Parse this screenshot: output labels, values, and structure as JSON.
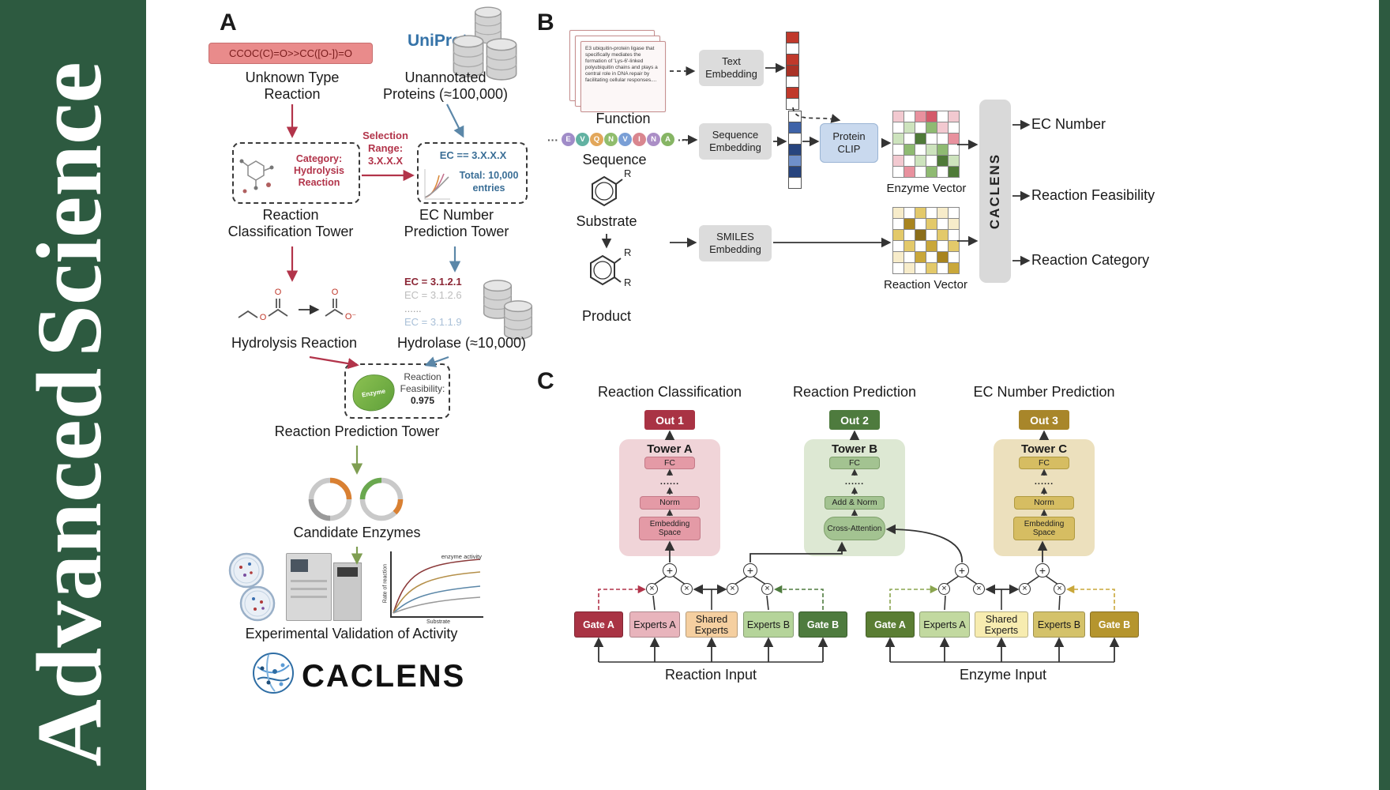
{
  "sidebar": {
    "words": [
      "Advanced",
      "Science"
    ],
    "bg_color": "#2d5a40"
  },
  "icons": {
    "sum_symbol": "+",
    "multiply_symbol": "×"
  },
  "panelA": {
    "label": "A",
    "smiles": "CCOC(C)=O>>CC([O-])=O",
    "uniprot": "UniProt",
    "unknown_line1": "Unknown Type",
    "unknown_line2": "Reaction",
    "unannotated_line1": "Unannotated",
    "unannotated_line2": "Proteins (≈100,000)",
    "category_line1": "Category:",
    "category_line2": "Hydrolysis",
    "category_line3": "Reaction",
    "selection_line1": "Selection",
    "selection_line2": "Range:",
    "selection_line3": "3.X.X.X",
    "ec_line1": "EC == 3.X.X.X",
    "ec_line2": "Total: 10,000",
    "ec_line3": "entries",
    "tower1_line1": "Reaction",
    "tower1_line2": "Classification Tower",
    "tower2_line1": "EC Number",
    "tower2_line2": "Prediction Tower",
    "hydrolysis_label": "Hydrolysis Reaction",
    "atom_o": "O",
    "atom_o_minus": "O⁻",
    "ec_items": [
      "EC = 3.1.2.1",
      "EC = 3.1.2.6",
      "......",
      "EC = 3.1.1.9"
    ],
    "hydrolase_label": "Hydrolase (≈10,000)",
    "enzyme_chip": "Enzyme",
    "feas_line1": "Reaction",
    "feas_line2": "Feasibility:",
    "feas_value": "0.975",
    "tower3_label": "Reaction Prediction Tower",
    "candidates_label": "Candidate Enzymes",
    "activity_chart": {
      "title": "enzyme activity",
      "xlabel": "Substrate",
      "ylabel": "Rate of reaction"
    },
    "validation_label": "Experimental Validation of Activity",
    "brand": "CACLENS"
  },
  "panelB": {
    "label": "B",
    "function_card": "E3 ubiquitin-protein ligase that specifically mediates the formation of 'Lys-6'-linked polyubiquitin chains and plays a central role in DNA repair by facilitating cellular responses....",
    "function_label": "Function",
    "text_embedding": "Text Embedding",
    "ellipsis": "···",
    "tokens": [
      {
        "t": "E",
        "c": "#a08cc8"
      },
      {
        "t": "V",
        "c": "#62b2a2"
      },
      {
        "t": "Q",
        "c": "#e2a75b"
      },
      {
        "t": "N",
        "c": "#90bd6d"
      },
      {
        "t": "V",
        "c": "#7a9fd6"
      },
      {
        "t": "I",
        "c": "#d9868f"
      },
      {
        "t": "N",
        "c": "#ab8ec6"
      },
      {
        "t": "A",
        "c": "#86b564"
      }
    ],
    "sequence_label": "Sequence",
    "sequence_embedding": "Sequence Embedding",
    "protein_clip": "Protein CLIP",
    "enzyme_vector_label": "Enzyme Vector",
    "substrate_label": "Substrate",
    "r_group": "R",
    "product_label": "Product",
    "smiles_embedding": "SMILES Embedding",
    "reaction_vector_label": "Reaction Vector",
    "caclens": "CACLENS",
    "out_ec": "EC Number",
    "out_feasibility": "Reaction Feasibility",
    "out_category": "Reaction Category",
    "text_vector_cells": [
      "#c0392b",
      "#ffffff",
      "#c0392b",
      "#a93226",
      "#ffffff",
      "#c0392b",
      "#ffffff"
    ],
    "sequence_vector_cells": [
      "#ffffff",
      "#3f63a8",
      "#ffffff",
      "#27447e",
      "#6f8fc9",
      "#27447e",
      "#ffffff"
    ],
    "enzyme_matrix_cells": [
      "#f2c9d0",
      "#ffffff",
      "#e8919e",
      "#d45a6a",
      "#ffffff",
      "#f2c9d0",
      "#ffffff",
      "#cde3bd",
      "#ffffff",
      "#8fba72",
      "#f2c9d0",
      "#ffffff",
      "#cde3bd",
      "#ffffff",
      "#4f7a38",
      "#ffffff",
      "#ffffff",
      "#e8919e",
      "#ffffff",
      "#8fba72",
      "#ffffff",
      "#cde3bd",
      "#8fba72",
      "#ffffff",
      "#f2c9d0",
      "#ffffff",
      "#cde3bd",
      "#ffffff",
      "#4f7a38",
      "#cde3bd",
      "#ffffff",
      "#e8919e",
      "#ffffff",
      "#8fba72",
      "#ffffff",
      "#4f7a38"
    ],
    "reaction_matrix_cells": [
      "#f7ecca",
      "#ffffff",
      "#e3c96a",
      "#ffffff",
      "#f7ecca",
      "#ffffff",
      "#ffffff",
      "#a8841f",
      "#ffffff",
      "#e3c96a",
      "#ffffff",
      "#f7ecca",
      "#e3c96a",
      "#ffffff",
      "#8a6d1a",
      "#ffffff",
      "#e3c96a",
      "#ffffff",
      "#ffffff",
      "#e3c96a",
      "#ffffff",
      "#c9a73a",
      "#ffffff",
      "#e3c96a",
      "#f7ecca",
      "#ffffff",
      "#c9a73a",
      "#ffffff",
      "#a8841f",
      "#ffffff",
      "#ffffff",
      "#f7ecca",
      "#ffffff",
      "#e3c96a",
      "#ffffff",
      "#c9a73a"
    ]
  },
  "panelC": {
    "label": "C",
    "cols": [
      {
        "title": "Reaction Classification",
        "out": "Out 1",
        "tower": "Tower A",
        "fc": "FC",
        "dots": "......",
        "mid": "Norm",
        "base": "Embedding Space"
      },
      {
        "title": "Reaction Prediction",
        "out": "Out 2",
        "tower": "Tower B",
        "fc": "FC",
        "dots": "......",
        "mid": "Add & Norm",
        "base": "Cross-Attention"
      },
      {
        "title": "EC Number Prediction",
        "out": "Out 3",
        "tower": "Tower C",
        "fc": "FC",
        "dots": "......",
        "mid": "Norm",
        "base": "Embedding Space"
      }
    ],
    "moe_left": {
      "gate_a": "Gate A",
      "experts_a": "Experts A",
      "shared": "Shared Experts",
      "experts_b": "Experts B",
      "gate_b": "Gate B"
    },
    "moe_right": {
      "gate_a": "Gate A",
      "experts_a": "Experts A",
      "shared": "Shared Experts",
      "experts_b": "Experts B",
      "gate_b": "Gate B"
    },
    "reaction_input": "Reaction Input",
    "enzyme_input": "Enzyme Input"
  },
  "colors": {
    "sidebar_green": "#2d5a40",
    "smiles_box": "#e98b8b",
    "uniprot_blue": "#3573a8",
    "red_flow": "#b2344a",
    "blue_flow": "#5b87a8",
    "green_flow": "#7f9e52",
    "embedding_box": "#dcdcdc",
    "protein_clip_box": "#c9d9ee",
    "caclens_pill": "#d9d9d9",
    "out1": "#a93344",
    "out2": "#4e7b3e",
    "out3": "#a8862a",
    "tower_a": "#f0d4d8",
    "tower_b": "#dde8d3",
    "tower_c": "#ece0bd",
    "gate_a_left": "#a93344",
    "experts_a_left": "#e8b4bc",
    "shared_experts_left": "#f5cfa0",
    "experts_b_left": "#b5d49a",
    "gate_b_left": "#4e7b3e",
    "gate_a_right": "#5a7d33",
    "experts_a_right": "#c2d9a0",
    "shared_experts_right": "#f7ecb0",
    "experts_b_right": "#d4c26a",
    "gate_b_right": "#b5952e"
  }
}
